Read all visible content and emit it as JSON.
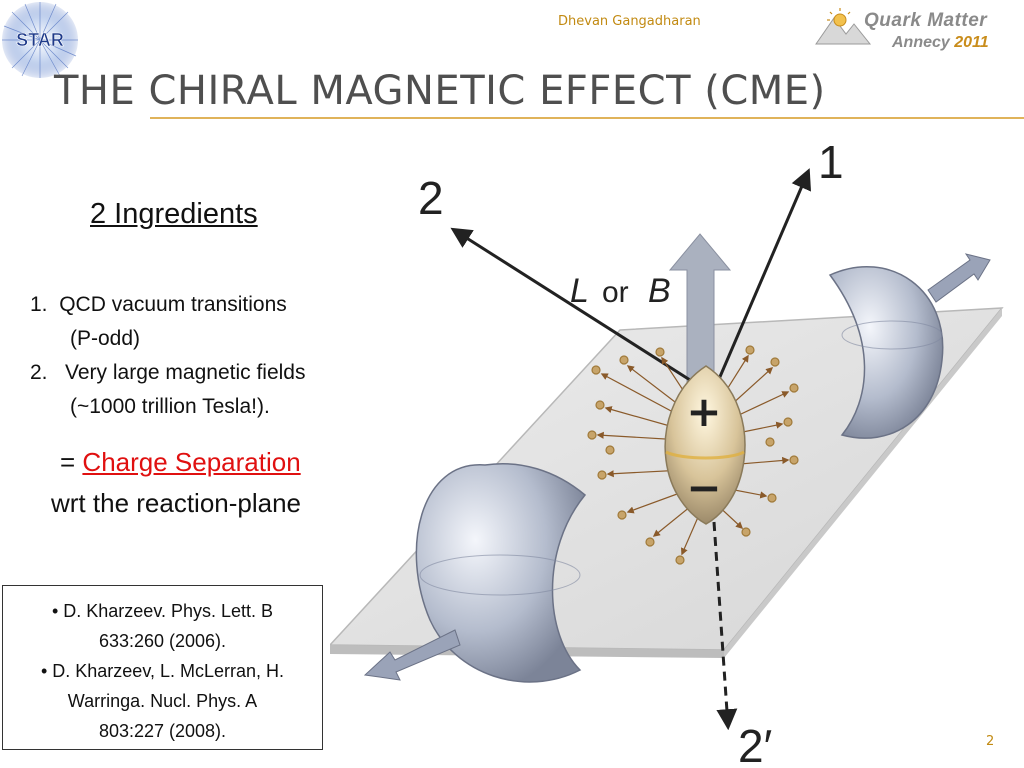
{
  "header": {
    "logo_left": "STAR",
    "presenter": "Dhevan Gangadharan",
    "conference_line1": "Quark Matter",
    "conference_line2": "Annecy",
    "conference_year": "2011"
  },
  "title": "THE CHIRAL MAGNETIC EFFECT (CME)",
  "ingredients": {
    "heading": "2 Ingredients",
    "items": [
      {
        "number": "1.",
        "text": "QCD vacuum transitions",
        "sub": "(P-odd)"
      },
      {
        "number": "2.",
        "text": "Very large magnetic fields",
        "sub": "(~1000 trillion Tesla!)."
      }
    ],
    "equals": "=",
    "result": "Charge Separation",
    "result_suffix": "wrt the reaction-plane"
  },
  "references": [
    {
      "prefix": "• D. Kharzeev. Phys. Lett. B",
      "volume": "633",
      "rest": ":260 (2006)."
    },
    {
      "prefix": "• D. Kharzeev, L. McLerran, H. Warringa. Nucl. Phys. A",
      "volume": "803",
      "rest": ":227 (2008)."
    }
  ],
  "figure": {
    "label_1": "1",
    "label_2": "2",
    "label_2prime": "2′",
    "field_label_L": "L",
    "field_label_or": "or",
    "field_label_B": "B",
    "plus": "+",
    "minus": "−"
  },
  "page_number": "2",
  "colors": {
    "accent_gold": "#c28a12",
    "rule": "#e0b35a",
    "red": "#e01010",
    "title_gray": "#4f4f4f"
  }
}
